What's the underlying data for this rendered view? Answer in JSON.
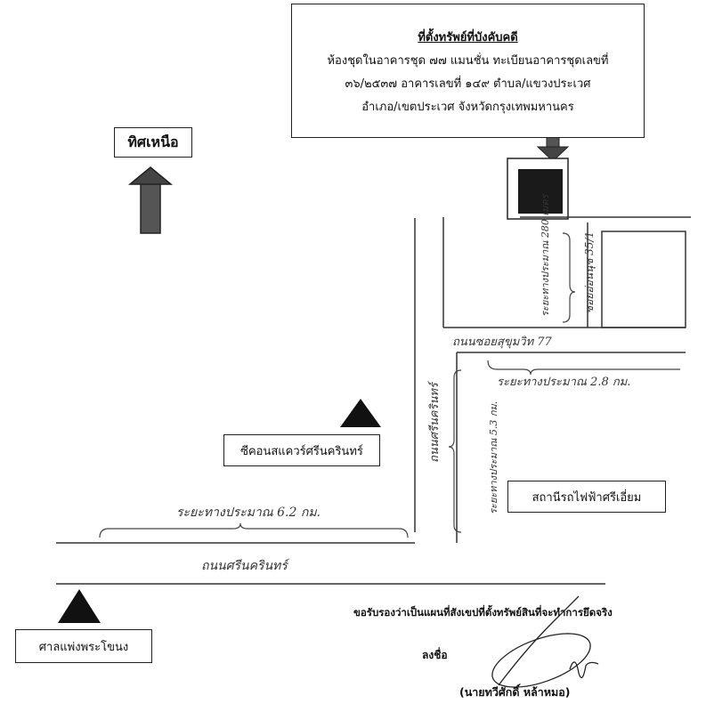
{
  "property_box": {
    "title": "ที่ตั้งทรัพย์ที่บังคับคดี",
    "line1": "ห้องชุดในอาคารชุด ๗๗ แมนชั่น  ทะเบียนอาคารชุดเลขที่",
    "line2": "๓๖/๒๕๓๗  อาคารเลขที่ ๑๔๙  ตำบล/แขวงประเวศ",
    "line3": "อำเภอ/เขตประเวศ  จังหวัดกรุงเทพมหานคร"
  },
  "north_label": "ทิศเหนือ",
  "landmarks": {
    "seacon": "ซีคอนสแควร์ศรีนครินทร์",
    "bts": "สถานีรถไฟฟ้าศรีเอี่ยม",
    "court": "ศาลแพ่งพระโขนง"
  },
  "handwriting": {
    "soi_alley": "ซอยอ่อนนุช 35/1",
    "dist_280": "ระยะทางประมาณ 280 เมตร",
    "soi77": "ถนนซอยสุขุมวิท 77",
    "dist_28": "ระยะทางประมาณ 2.8 กม.",
    "srinakarin": "ถนนศรีนครินทร์",
    "dist_53": "ระยะทางประมาณ 5.3 กม.",
    "dist_62": "ระยะทางประมาณ 6.2 กม.",
    "road_bottom": "ถนนศรีนครินทร์"
  },
  "certify": {
    "statement": "ขอรับรองว่าเป็นแผนที่สังเขปที่ตั้งทรัพย์สินที่จะทำการยึดจริง",
    "sign_label": "ลงชื่อ",
    "signer": "(นายทวีศักดิ์  หล้าหมอ)"
  }
}
